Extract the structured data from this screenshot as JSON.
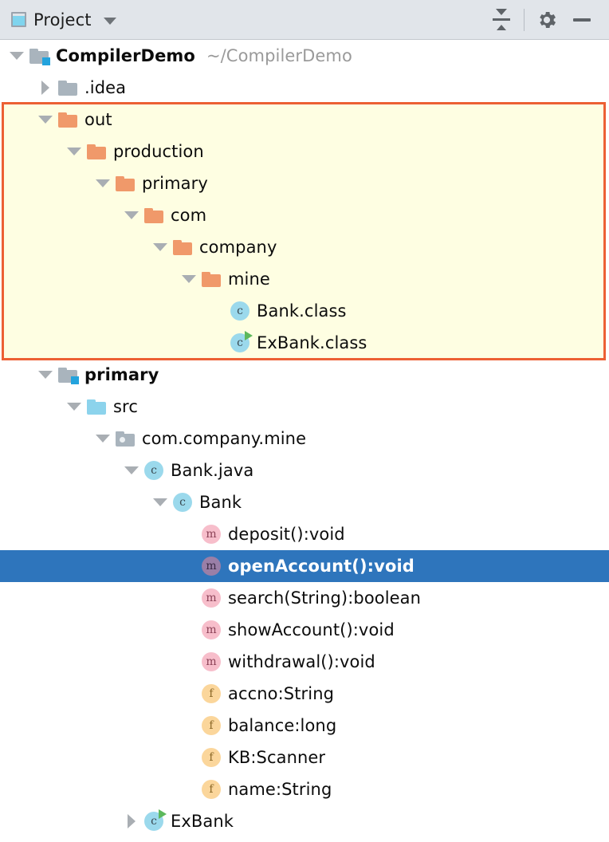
{
  "header": {
    "tool_window_icon": "project-window-icon",
    "title": "Project",
    "dropdown_icon": "chevron-down-icon",
    "actions": [
      {
        "name": "collapse-all-icon",
        "label": "Collapse All"
      },
      {
        "name": "gear-icon",
        "label": "Settings"
      },
      {
        "name": "minimize-icon",
        "label": "Hide"
      }
    ]
  },
  "annotation": {
    "highlight_border_color": "#EC6034",
    "highlight_fill_color": "#FEFEE2",
    "covers_rows": [
      "out",
      "production",
      "primary",
      "com",
      "company",
      "mine",
      "Bank.class",
      "ExBank.class"
    ]
  },
  "selection": {
    "row_label": "openAccount():void",
    "background_color": "#2E75BC",
    "text_color": "#FFFFFF"
  },
  "tree": {
    "rows": [
      {
        "id": "compilerdemo",
        "label": "CompilerDemo",
        "suffix": "~/CompilerDemo",
        "depth": 0,
        "twisty": "expanded",
        "icon": "module-folder-icon",
        "bold": true
      },
      {
        "id": "idea",
        "label": ".idea",
        "suffix": "",
        "depth": 1,
        "twisty": "collapsed",
        "icon": "folder-gray-icon",
        "bold": false
      },
      {
        "id": "out",
        "label": "out",
        "suffix": "",
        "depth": 1,
        "twisty": "expanded",
        "icon": "folder-orange-icon",
        "bold": false
      },
      {
        "id": "production",
        "label": "production",
        "suffix": "",
        "depth": 2,
        "twisty": "expanded",
        "icon": "folder-orange-icon",
        "bold": false
      },
      {
        "id": "out-primary",
        "label": "primary",
        "suffix": "",
        "depth": 3,
        "twisty": "expanded",
        "icon": "folder-orange-icon",
        "bold": false
      },
      {
        "id": "com",
        "label": "com",
        "suffix": "",
        "depth": 4,
        "twisty": "expanded",
        "icon": "folder-orange-icon",
        "bold": false
      },
      {
        "id": "company",
        "label": "company",
        "suffix": "",
        "depth": 5,
        "twisty": "expanded",
        "icon": "folder-orange-icon",
        "bold": false
      },
      {
        "id": "mine",
        "label": "mine",
        "suffix": "",
        "depth": 6,
        "twisty": "expanded",
        "icon": "folder-orange-icon",
        "bold": false
      },
      {
        "id": "bank-class",
        "label": "Bank.class",
        "suffix": "",
        "depth": 7,
        "twisty": "none",
        "icon": "class-icon",
        "bold": false
      },
      {
        "id": "exbank-class",
        "label": "ExBank.class",
        "suffix": "",
        "depth": 7,
        "twisty": "none",
        "icon": "class-runnable-icon",
        "bold": false
      },
      {
        "id": "primary",
        "label": "primary",
        "suffix": "",
        "depth": 1,
        "twisty": "expanded",
        "icon": "module-folder-icon",
        "bold": true
      },
      {
        "id": "src",
        "label": "src",
        "suffix": "",
        "depth": 2,
        "twisty": "expanded",
        "icon": "source-folder-icon",
        "bold": false
      },
      {
        "id": "package",
        "label": "com.company.mine",
        "suffix": "",
        "depth": 3,
        "twisty": "expanded",
        "icon": "package-icon",
        "bold": false
      },
      {
        "id": "bank-java",
        "label": "Bank.java",
        "suffix": "",
        "depth": 4,
        "twisty": "expanded",
        "icon": "class-icon",
        "bold": false
      },
      {
        "id": "bank",
        "label": "Bank",
        "suffix": "",
        "depth": 5,
        "twisty": "expanded",
        "icon": "class-icon",
        "bold": false
      },
      {
        "id": "deposit",
        "label": "deposit():void",
        "suffix": "",
        "depth": 6,
        "twisty": "none",
        "icon": "method-icon",
        "bold": false
      },
      {
        "id": "openaccount",
        "label": "openAccount():void",
        "suffix": "",
        "depth": 6,
        "twisty": "none",
        "icon": "method-icon",
        "bold": false,
        "selected": true
      },
      {
        "id": "search",
        "label": "search(String):boolean",
        "suffix": "",
        "depth": 6,
        "twisty": "none",
        "icon": "method-icon",
        "bold": false
      },
      {
        "id": "showaccount",
        "label": "showAccount():void",
        "suffix": "",
        "depth": 6,
        "twisty": "none",
        "icon": "method-icon",
        "bold": false
      },
      {
        "id": "withdrawal",
        "label": "withdrawal():void",
        "suffix": "",
        "depth": 6,
        "twisty": "none",
        "icon": "method-icon",
        "bold": false
      },
      {
        "id": "accno",
        "label": "accno:String",
        "suffix": "",
        "depth": 6,
        "twisty": "none",
        "icon": "field-icon",
        "bold": false
      },
      {
        "id": "balance",
        "label": "balance:long",
        "suffix": "",
        "depth": 6,
        "twisty": "none",
        "icon": "field-icon",
        "bold": false
      },
      {
        "id": "kb",
        "label": "KB:Scanner",
        "suffix": "",
        "depth": 6,
        "twisty": "none",
        "icon": "field-icon",
        "bold": false
      },
      {
        "id": "name",
        "label": "name:String",
        "suffix": "",
        "depth": 6,
        "twisty": "none",
        "icon": "field-icon",
        "bold": false
      },
      {
        "id": "exbank",
        "label": "ExBank",
        "suffix": "",
        "depth": 4,
        "twisty": "collapsed",
        "icon": "class-runnable-icon",
        "bold": false
      }
    ]
  }
}
